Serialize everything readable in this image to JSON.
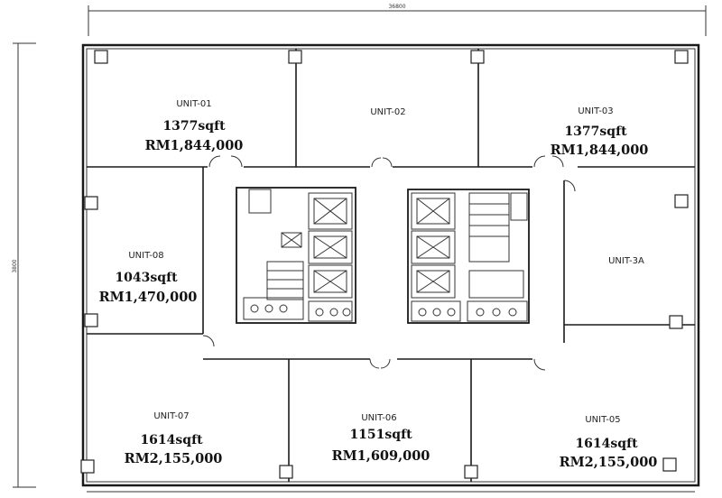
{
  "dimensions": {
    "width_label": "36800",
    "height_label": "3800"
  },
  "units": [
    {
      "id": "unit01",
      "label": "UNIT-01",
      "area": "1377sqft",
      "price": "RM1,844,000"
    },
    {
      "id": "unit02",
      "label": "UNIT-02",
      "area": "",
      "price": ""
    },
    {
      "id": "unit03",
      "label": "UNIT-03",
      "area": "1377sqft",
      "price": "RM1,844,000"
    },
    {
      "id": "unit08",
      "label": "UNIT-08",
      "area": "1043sqft",
      "price": "RM1,470,000"
    },
    {
      "id": "unit3a",
      "label": "UNIT-3A",
      "area": "",
      "price": ""
    },
    {
      "id": "unit07",
      "label": "UNIT-07",
      "area": "1614sqft",
      "price": "RM2,155,000"
    },
    {
      "id": "unit06",
      "label": "UNIT-06",
      "area": "1151sqft",
      "price": "RM1,609,000"
    },
    {
      "id": "unit05",
      "label": "UNIT-05",
      "area": "1614sqft",
      "price": "RM2,155,000"
    }
  ]
}
